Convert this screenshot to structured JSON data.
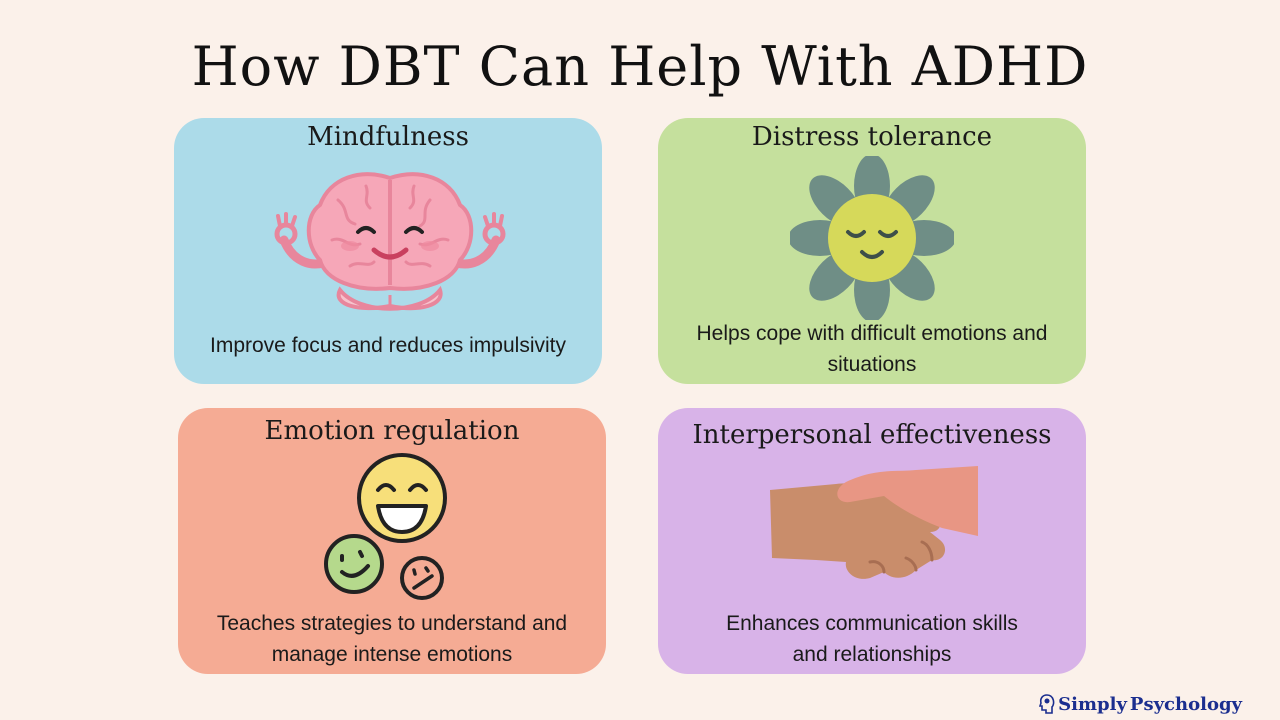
{
  "title": "How DBT Can Help With ADHD",
  "colors": {
    "background": "#fbf1ea",
    "mindfulness": "#acdbe9",
    "distress": "#c5e09d",
    "emotion": "#f5ab94",
    "interpersonal": "#d8b3e8"
  },
  "cards": [
    {
      "title": "Mindfulness",
      "icon": "meditating-brain-icon",
      "desc_lines": [
        "Improve focus and reduces impulsivity"
      ]
    },
    {
      "title": "Distress tolerance",
      "icon": "smiling-flower-icon",
      "desc_lines": [
        "Helps cope with difficult emotions and",
        "situations"
      ]
    },
    {
      "title": "Emotion regulation",
      "icon": "emotion-faces-icon",
      "desc_lines": [
        "Teaches strategies to understand and",
        "manage intense emotions"
      ]
    },
    {
      "title": "Interpersonal effectiveness",
      "icon": "handshake-icon",
      "desc_lines": [
        "Enhances communication skills",
        "and relationships"
      ]
    }
  ],
  "brand": {
    "simply": "Simply",
    "psychology": "Psychology",
    "icon": "brain-head-icon"
  }
}
